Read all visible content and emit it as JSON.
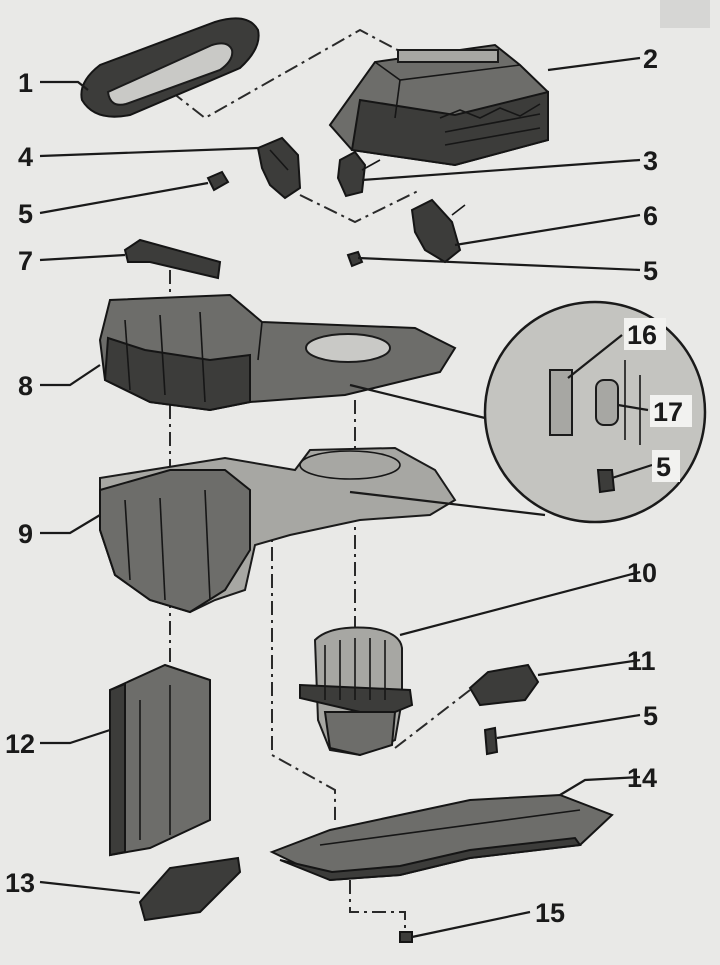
{
  "labels": [
    "1",
    "2",
    "3",
    "4",
    "5",
    "6",
    "7",
    "8",
    "9",
    "10",
    "11",
    "12",
    "13",
    "14",
    "15",
    "16",
    "17"
  ],
  "repeated_label": "5"
}
